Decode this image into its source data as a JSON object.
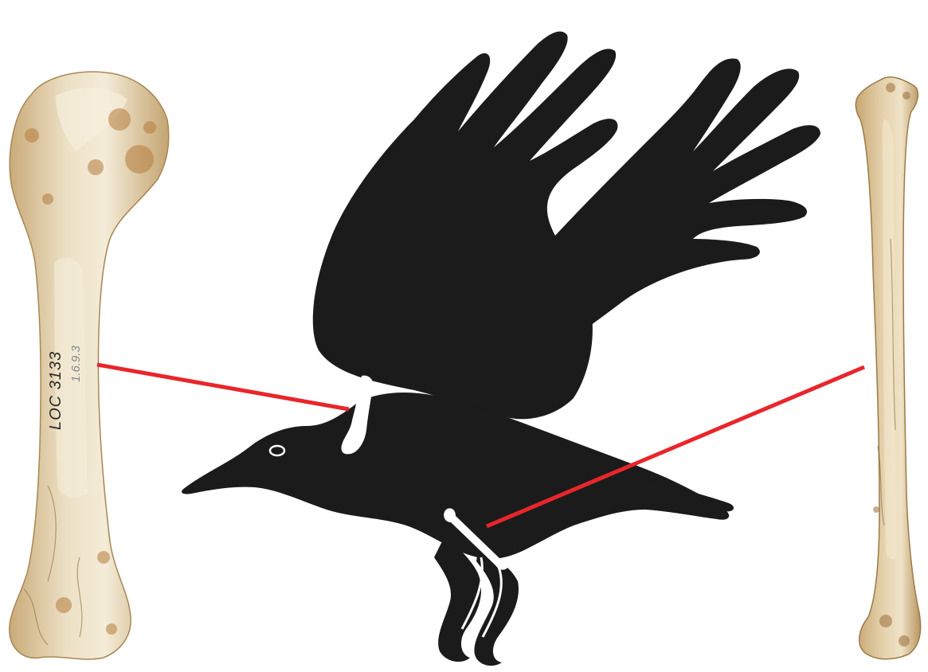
{
  "figure": {
    "specimen_label": "LOC 3133",
    "specimen_label_secondary": "1.6.9.3",
    "colors": {
      "background": "#ffffff",
      "silhouette": "#1b1b1b",
      "pointer_line": "#e8262b",
      "bone_light": "#e9dcbf",
      "bone_shade": "#c9ab78",
      "bone_stain": "#b47c3d",
      "bone_highlight": "#f6efdd",
      "overlay_bone": "#ffffff"
    },
    "icons": [
      "humerus-fossil-photo",
      "raven-silhouette",
      "femur-fossil-photo"
    ]
  }
}
